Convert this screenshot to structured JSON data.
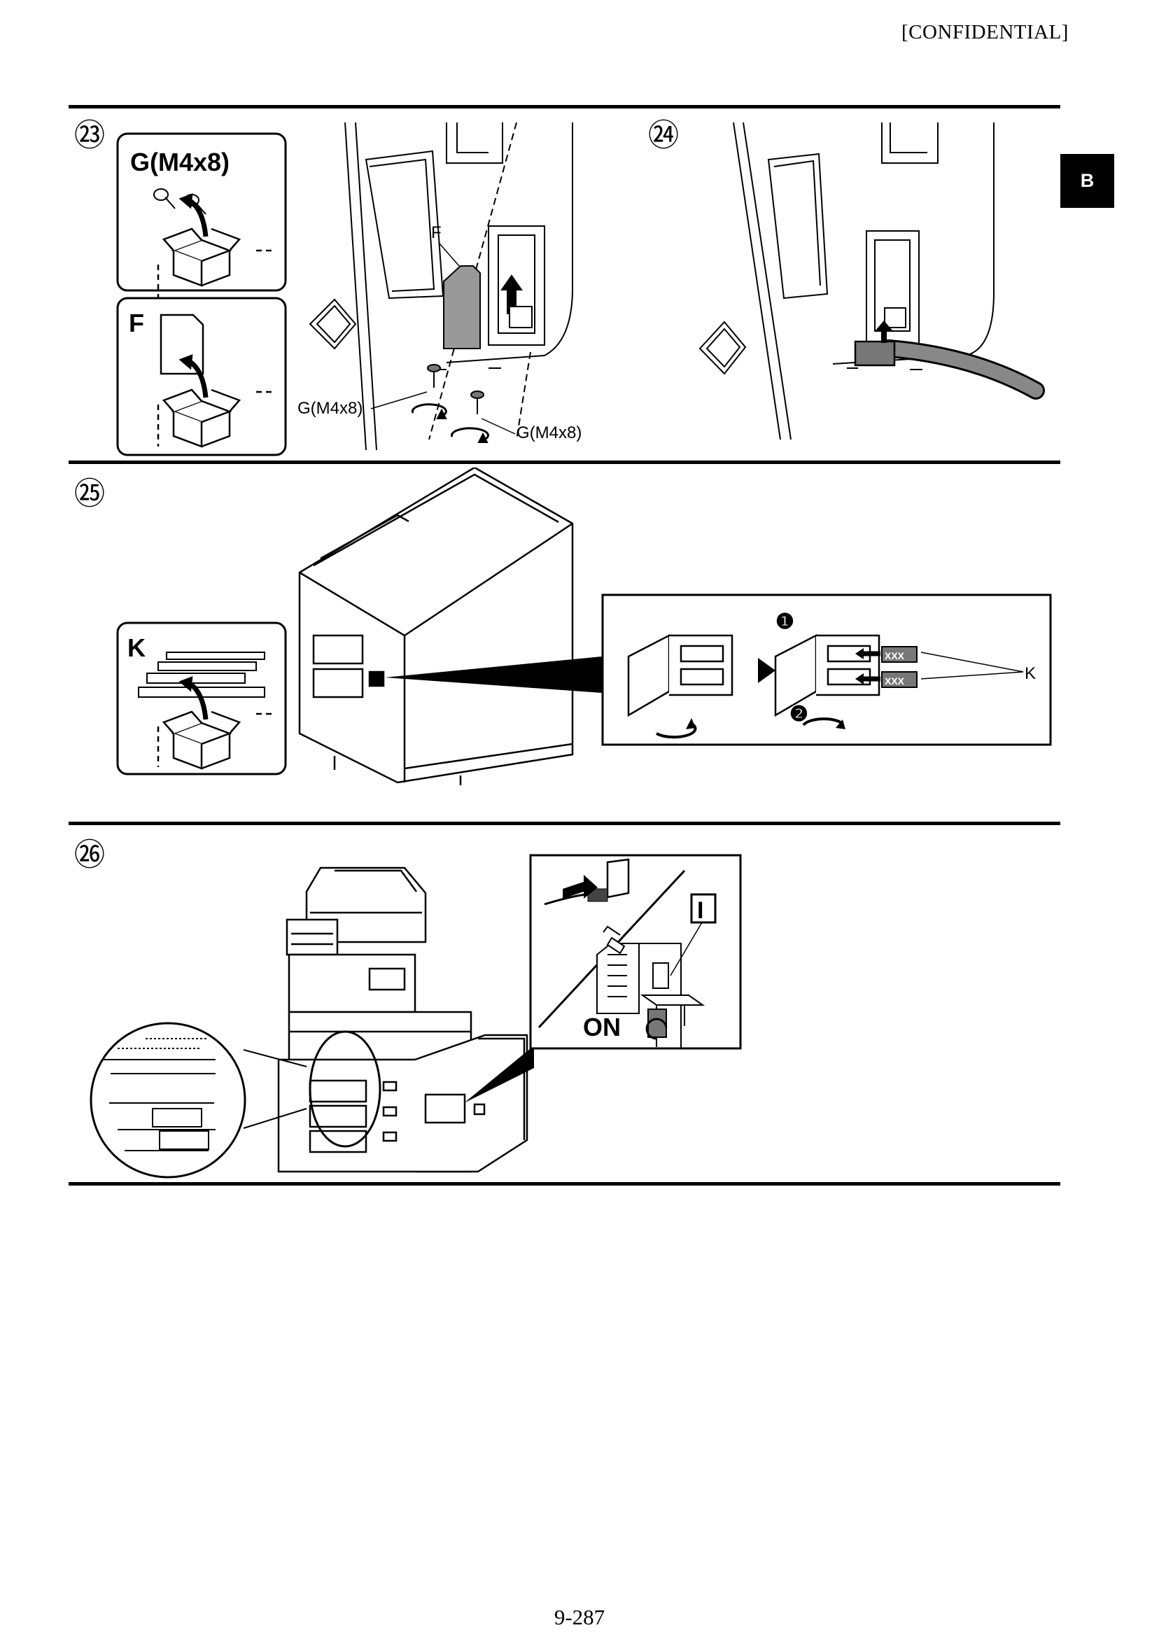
{
  "header": {
    "confidential": "[CONFIDENTIAL]",
    "section_tab": "B"
  },
  "steps": [
    {
      "number": "㉓",
      "parts_box_1_label": "G(M4x8)",
      "parts_box_2_label": "F",
      "callouts": [
        "F",
        "G(M4x8)",
        "G(M4x8)"
      ]
    },
    {
      "number": "㉔"
    },
    {
      "number": "㉕",
      "parts_box_label": "K",
      "detail_callouts": [
        "❶",
        "❷",
        "K"
      ],
      "label_texts": [
        "XXX",
        "XXX"
      ]
    },
    {
      "number": "㉖",
      "detail_callouts": [
        "ON",
        "I"
      ]
    }
  ],
  "footer": {
    "page_number": "9-287"
  }
}
